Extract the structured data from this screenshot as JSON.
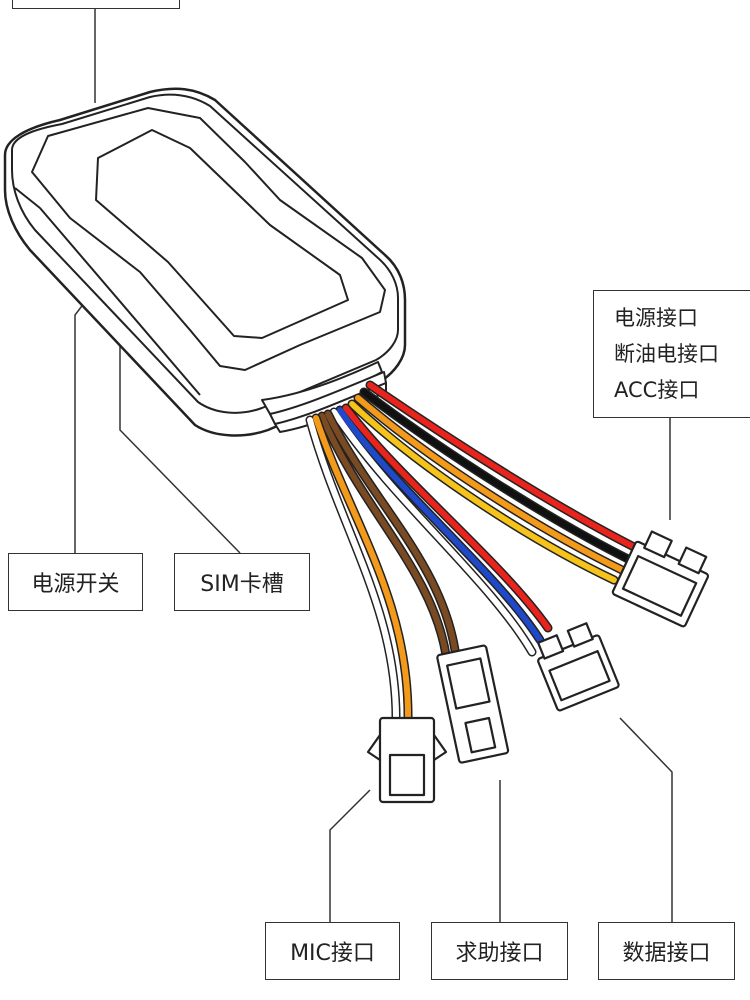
{
  "labels": {
    "power_switch": "电源开关",
    "sim_slot": "SIM卡槽",
    "mic_port": "MIC接口",
    "sos_port": "求助接口",
    "data_port": "数据接口",
    "power_group": [
      "电源接口",
      "断油电接口",
      "ACC接口"
    ]
  },
  "wire_colors": {
    "red": "#e8241c",
    "black": "#111111",
    "orange": "#f39a1a",
    "yellow": "#f6c31a",
    "blue": "#1f49c9",
    "brown": "#7a4a22",
    "white": "#ffffff"
  }
}
